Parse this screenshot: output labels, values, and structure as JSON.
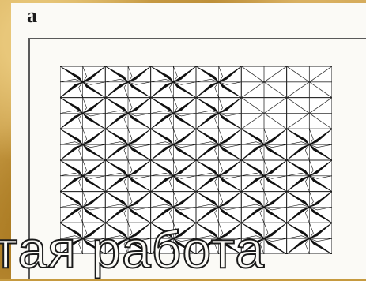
{
  "figure": {
    "label": "a",
    "grid": {
      "rows": 6,
      "cols": 6,
      "open_cells": [
        [
          0,
          4
        ],
        [
          0,
          5
        ],
        [
          1,
          4
        ],
        [
          1,
          5
        ]
      ]
    }
  },
  "overlay_text": "тая работа"
}
